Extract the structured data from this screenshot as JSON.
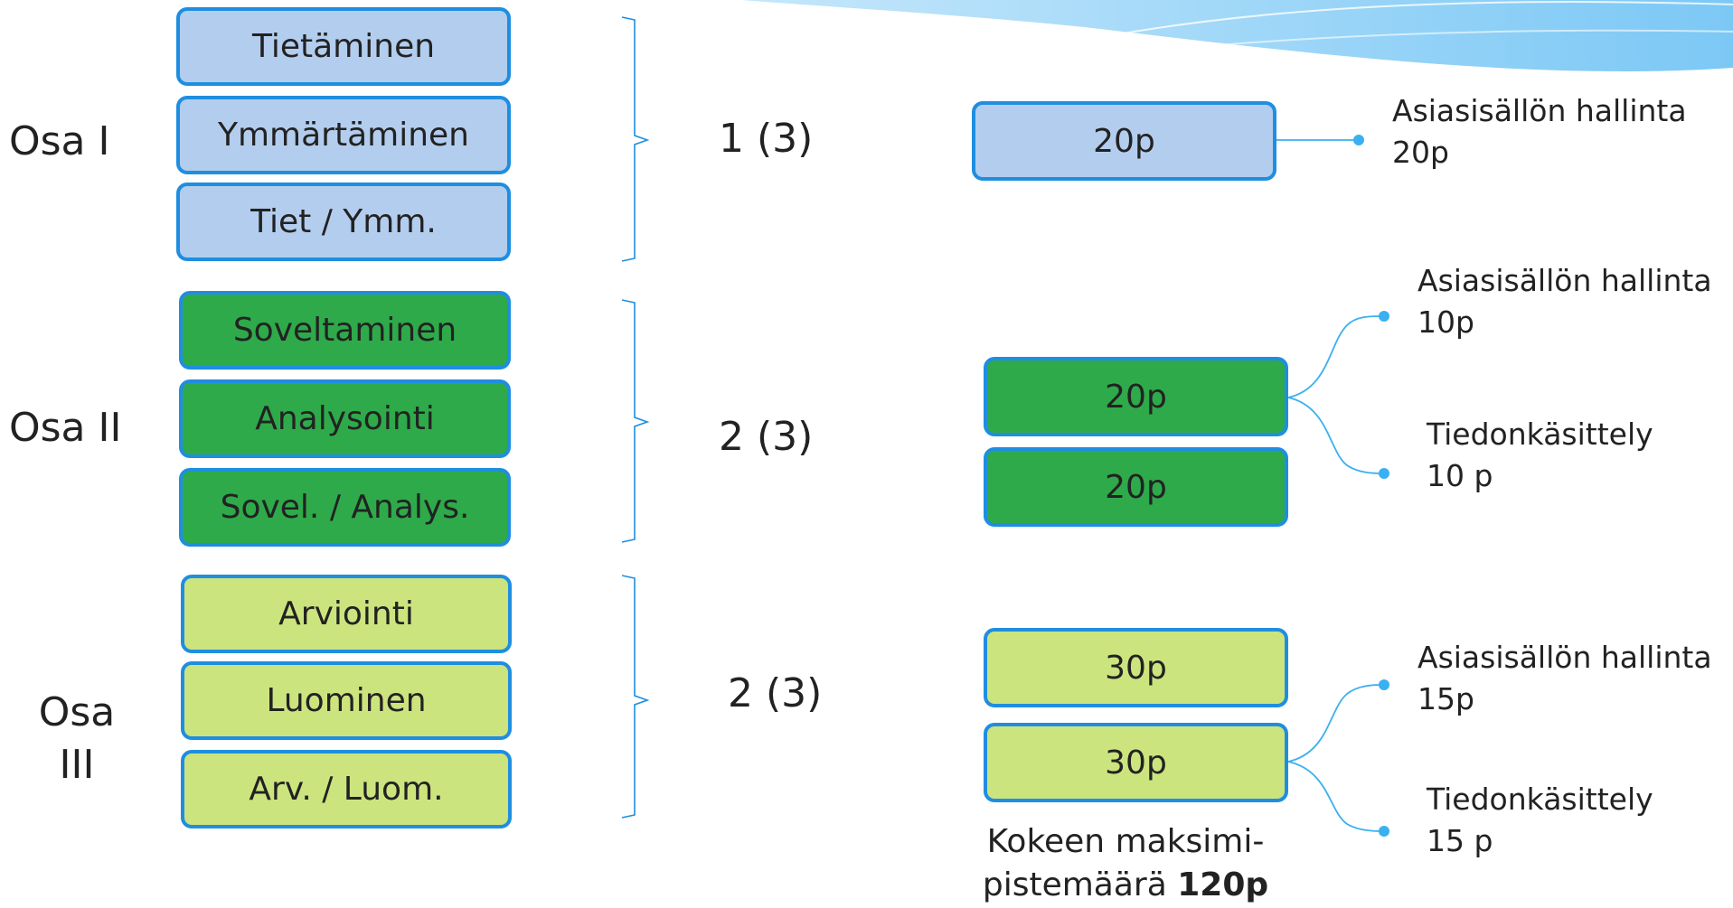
{
  "parts": [
    {
      "name": "Osa I",
      "tasks": [
        "Tietäminen",
        "Ymmärtäminen",
        "Tiet / Ymm."
      ],
      "answer_count": "1 (3)",
      "color": "#b3cdee"
    },
    {
      "name": "Osa II",
      "tasks": [
        "Soveltaminen",
        "Analysointi",
        "Sovel. / Analys."
      ],
      "answer_count": "2 (3)",
      "color": "#2eaa4a"
    },
    {
      "name_line1": "Osa",
      "name_line2": "III",
      "tasks": [
        "Arviointi",
        "Luominen",
        "Arv. / Luom."
      ],
      "answer_count": "2 (3)",
      "color": "#cce47e"
    }
  ],
  "scores": {
    "part1": [
      "20p"
    ],
    "part2": [
      "20p",
      "20p"
    ],
    "part3": [
      "30p",
      "30p"
    ]
  },
  "criteria": {
    "part1": {
      "label": "Asiasisällön hallinta",
      "points": "20p"
    },
    "part2": [
      {
        "label": "Asiasisällön hallinta",
        "points": "10p"
      },
      {
        "label": "Tiedonkäsittely",
        "points": "10 p"
      }
    ],
    "part3": [
      {
        "label": "Asiasisällön hallinta",
        "points": "15p"
      },
      {
        "label": "Tiedonkäsittely",
        "points": "15 p"
      }
    ]
  },
  "total": {
    "line1": "Kokeen maksimi-",
    "line2_prefix": "pistemäärä ",
    "line2_bold": "120p"
  },
  "colors": {
    "border": "#1f8ee0",
    "connector": "#3ab0f0",
    "bracket": "#1f8ee0"
  }
}
